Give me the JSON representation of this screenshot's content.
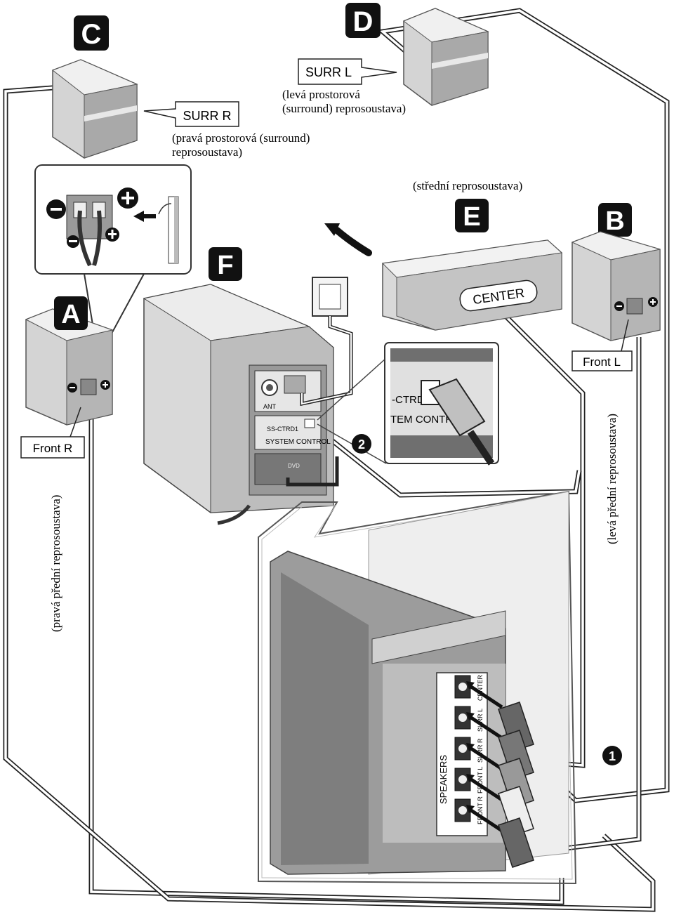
{
  "letters": {
    "A": "A",
    "B": "B",
    "C": "C",
    "D": "D",
    "E": "E",
    "F": "F"
  },
  "steps": {
    "one": "1",
    "two": "2"
  },
  "speakers": {
    "A": {
      "tag": "Front R",
      "caption": "(pravá přední reprosoustava)"
    },
    "B": {
      "tag": "Front L",
      "caption": "(levá přední reprosoustava)"
    },
    "C": {
      "tag": "SURR R",
      "caption_line1": "(pravá prostorová (surround)",
      "caption_line2": "reprosoustava)"
    },
    "D": {
      "tag": "SURR L",
      "caption_line1": "(levá prostorová",
      "caption_line2": "(surround) reprosoustava)"
    },
    "E": {
      "tag": "CENTER",
      "caption": "(střední reprosoustava)"
    }
  },
  "subwoofer_panel": {
    "ant_label": "ANT",
    "ss_label": "SS-CTRD1",
    "system_control": "SYSTEM CONTROL",
    "dvd_label": "DVD"
  },
  "zoom_panel": {
    "label1": "-CTRD1",
    "label2": "TEM CONTROL"
  },
  "terminal_panel": {
    "title": "SPEAKERS",
    "terminals": [
      "CENTER",
      "SURR L",
      "SURR R",
      "FRONT L",
      "FRONT R"
    ]
  },
  "colors": {
    "ink": "#1a1a1a",
    "light_gray": "#d9d9d9",
    "mid_gray": "#b5b5b5",
    "dark_gray": "#7a7a7a"
  }
}
